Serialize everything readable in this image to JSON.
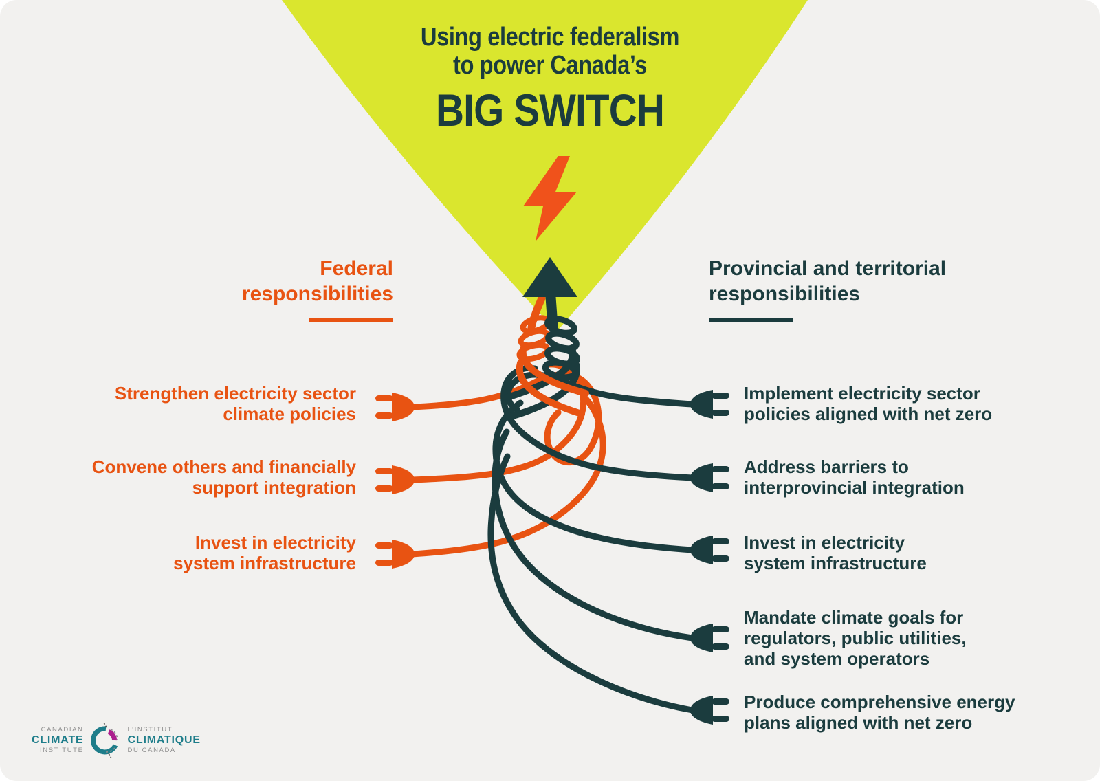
{
  "title": {
    "line1": "Using electric federalism",
    "line2": "to power Canada’s",
    "big": "BIG SWITCH"
  },
  "columns": {
    "federal": {
      "heading": "Federal responsibilities",
      "heading_lines": [
        "Federal",
        "responsibilities"
      ],
      "items": [
        {
          "lines": [
            "Strengthen electricity sector",
            "climate policies"
          ]
        },
        {
          "lines": [
            "Convene others and financially",
            "support integration"
          ]
        },
        {
          "lines": [
            "Invest in electricity",
            "system infrastructure"
          ]
        }
      ]
    },
    "provincial": {
      "heading": "Provincial and territorial responsibilities",
      "heading_lines": [
        "Provincial and territorial",
        "responsibilities"
      ],
      "items": [
        {
          "lines": [
            "Implement electricity sector",
            "policies aligned with net zero"
          ]
        },
        {
          "lines": [
            "Address barriers to",
            "interprovincial integration"
          ]
        },
        {
          "lines": [
            "Invest in electricity",
            "system infrastructure"
          ]
        },
        {
          "lines": [
            "Mandate climate goals for",
            "regulators, public utilities,",
            "and system operators"
          ]
        },
        {
          "lines": [
            "Produce comprehensive energy",
            "plans aligned with net zero"
          ]
        }
      ]
    }
  },
  "logo": {
    "en": {
      "line1": "CANADIAN",
      "line2": "CLIMATE",
      "line3": "INSTITUTE"
    },
    "fr": {
      "line1": "L’INSTITUT",
      "line2": "CLIMATIQUE",
      "line3": "DU CANADA"
    }
  },
  "icons": [
    "lightning-bolt-icon",
    "up-arrow-icon",
    "plug-icon",
    "climate-institute-logo-mark"
  ],
  "colors": {
    "background": "#F2F1EF",
    "beam_chartreuse": "#DAE62E",
    "orange": "#E85312",
    "dark_teal": "#1B3C3E",
    "logo_teal": "#1E7D8A",
    "logo_magenta": "#AC1F8E",
    "logo_gray": "#8F8F8F"
  }
}
